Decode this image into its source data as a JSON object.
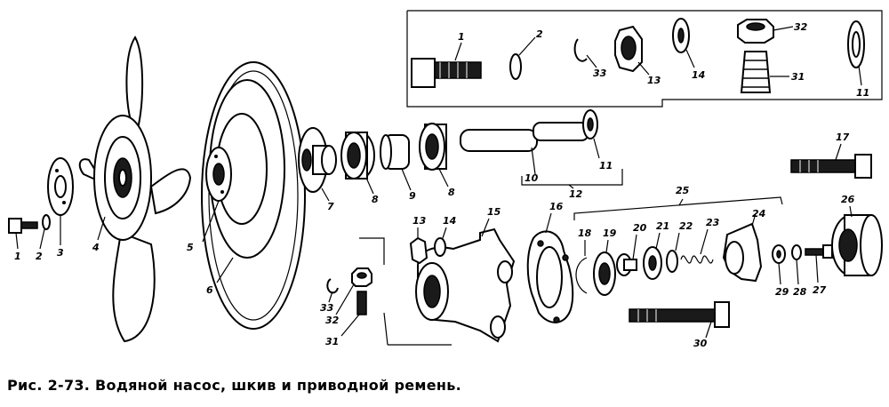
{
  "caption": "Рис. 2-73. Водяной насос, шкив и приводной ремень.",
  "labels": {
    "l1": "1",
    "l2": "2",
    "l3": "3",
    "l4": "4",
    "l5": "5",
    "l6": "6",
    "l7": "7",
    "l8": "8",
    "l9": "9",
    "l10": "10",
    "l11": "11",
    "l12": "12",
    "l13": "13",
    "l14": "14",
    "l15": "15",
    "l16": "16",
    "l17": "17",
    "l18": "18",
    "l19": "19",
    "l20": "20",
    "l21": "21",
    "l22": "22",
    "l23": "23",
    "l24": "24",
    "l25": "25",
    "l26": "26",
    "l27": "27",
    "l28": "28",
    "l29": "29",
    "l30": "30",
    "l31": "31",
    "l32": "32",
    "l33": "33"
  }
}
